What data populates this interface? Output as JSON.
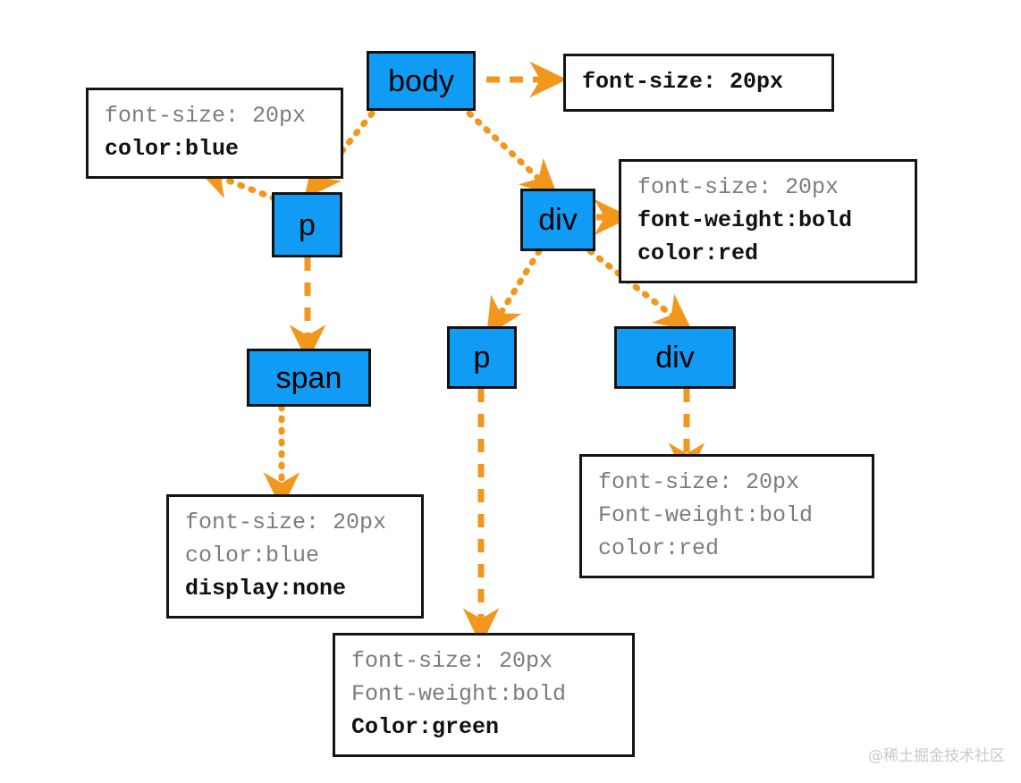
{
  "diagram": {
    "title": "CSS inheritance DOM tree diagram",
    "colors": {
      "node_fill": "#109CF5",
      "node_stroke": "#111111",
      "edge": "#F2971D",
      "note_border": "#141414",
      "note_dim_text": "#7c7c7c",
      "note_strong_text": "#111111",
      "background": "#ffffff",
      "watermark": "#c9c9c9"
    },
    "nodes": [
      {
        "id": "body",
        "label": "body"
      },
      {
        "id": "p-left",
        "label": "p"
      },
      {
        "id": "div-right",
        "label": "div"
      },
      {
        "id": "span",
        "label": "span"
      },
      {
        "id": "p-mid",
        "label": "p"
      },
      {
        "id": "div-lower",
        "label": "div"
      }
    ],
    "notes": [
      {
        "id": "note-body",
        "lines": [
          {
            "text": "font-size: 20px",
            "emphasis": "strong"
          }
        ]
      },
      {
        "id": "note-p-left",
        "lines": [
          {
            "text": "font-size: 20px",
            "emphasis": "dim"
          },
          {
            "text": "color:blue",
            "emphasis": "strong"
          }
        ]
      },
      {
        "id": "note-div-right",
        "lines": [
          {
            "text": "font-size: 20px",
            "emphasis": "dim"
          },
          {
            "text": "font-weight:bold",
            "emphasis": "strong"
          },
          {
            "text": "color:red",
            "emphasis": "strong"
          }
        ]
      },
      {
        "id": "note-span",
        "lines": [
          {
            "text": "font-size: 20px",
            "emphasis": "dim"
          },
          {
            "text": "color:blue",
            "emphasis": "dim"
          },
          {
            "text": "display:none",
            "emphasis": "strong"
          }
        ]
      },
      {
        "id": "note-div-lower",
        "lines": [
          {
            "text": "font-size: 20px",
            "emphasis": "dim"
          },
          {
            "text": "Font-weight:bold",
            "emphasis": "dim"
          },
          {
            "text": "color:red",
            "emphasis": "dim"
          }
        ]
      },
      {
        "id": "note-p-mid",
        "lines": [
          {
            "text": "font-size: 20px",
            "emphasis": "dim"
          },
          {
            "text": "Font-weight:bold",
            "emphasis": "dim"
          },
          {
            "text": "Color:green",
            "emphasis": "strong"
          }
        ]
      }
    ],
    "edges": [
      {
        "id": "body-to-note",
        "from": "body",
        "to": "note-body",
        "style": "dashed"
      },
      {
        "id": "body-to-p-left",
        "from": "body",
        "to": "p-left",
        "style": "dotted"
      },
      {
        "id": "body-to-div-right",
        "from": "body",
        "to": "div-right",
        "style": "dotted"
      },
      {
        "id": "p-left-to-note",
        "from": "p-left",
        "to": "note-p-left",
        "style": "dotted"
      },
      {
        "id": "p-left-to-span",
        "from": "p-left",
        "to": "span",
        "style": "dashed"
      },
      {
        "id": "div-right-to-note",
        "from": "div-right",
        "to": "note-div-right",
        "style": "solid"
      },
      {
        "id": "div-right-to-p-mid",
        "from": "div-right",
        "to": "p-mid",
        "style": "dotted"
      },
      {
        "id": "div-right-to-div",
        "from": "div-right",
        "to": "div-lower",
        "style": "dotted"
      },
      {
        "id": "span-to-note",
        "from": "span",
        "to": "note-span",
        "style": "dotted"
      },
      {
        "id": "p-mid-to-note",
        "from": "p-mid",
        "to": "note-p-mid",
        "style": "dashed"
      },
      {
        "id": "div-lower-to-note",
        "from": "div-lower",
        "to": "note-div-lower",
        "style": "dashed"
      }
    ],
    "watermark": "@稀土掘金技术社区"
  }
}
